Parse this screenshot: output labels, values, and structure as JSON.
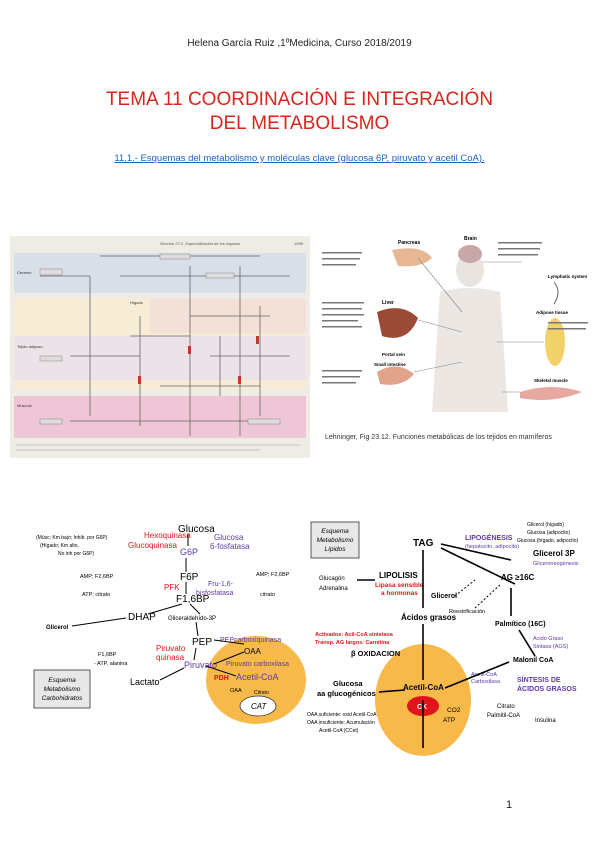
{
  "header": {
    "author_line": "Helena García Ruiz ,1ºMedicina, Curso 2018/2019"
  },
  "title": {
    "line1": "TEMA 11 COORDINACIÓN E INTEGRACIÓN",
    "line2": "DEL METABOLISMO"
  },
  "subtitle": "11.1.- Esquemas del metabolismo y moléculas clave (glucosa 6P, piruvato y acetil CoA).",
  "figure_top_left": {
    "header_text": "Sección 27.2. Especialización de los órganos",
    "page_no": "1099",
    "row_labels": [
      "Cerebro",
      "Hígado",
      "Tejido adiposo",
      "Músculo"
    ]
  },
  "figure_top_right": {
    "caption": "Lehninger, Fig 23.12. Funciones metabólicas de los tejidos en mamíferos",
    "organs": [
      "Pancreas",
      "Brain",
      "Lymphatic system",
      "Liver",
      "Adipose tissue",
      "Portal vein",
      "Small intestine",
      "Skeletal muscle"
    ]
  },
  "figure_carbohydrates": {
    "box_label": [
      "Esquema",
      "Metabolismo",
      "Carbohidratos"
    ],
    "nodes": {
      "glucosa": "Glucosa",
      "g6p": "G6P",
      "f6p": "F6P",
      "f16bp": "F1,6BP",
      "dhap": "DHAP",
      "g3p": "Gliceraldehído-3P",
      "pep": "PEP",
      "piruvato": "Piruvato",
      "lactato": "Lactato",
      "oaa": "OAA",
      "acetilcoa": "Acetil-CoA",
      "cat": "CAT",
      "glicerol": "Glicerol"
    },
    "enzymes": {
      "hexoquinasa": "Hexoquinasa",
      "glucoquinasa": "Glucoquinasa",
      "glucosa6fosfatasa": [
        "Glucosa",
        "6-fosfatasa"
      ],
      "pfk": "PFK",
      "fru16": [
        "Fru-1,6-",
        "bisfosfatasa"
      ],
      "pepck": "PEPcarboxiquinasa",
      "piruvato_quinasa": [
        "Piruvato",
        "quinasa"
      ],
      "piruvato_carboxilasa": "Piruvato carboxilasa",
      "pdh": "PDH"
    },
    "notes": {
      "hk": [
        "(Músc; Km bajo; Inhib. por G6P)",
        "(Hígado; Km alto,",
        "No inh por G6P)"
      ],
      "pfk_act": "AMP; F2,6BP",
      "pfk_inh": "ATP; citrato",
      "fbp_act": "AMP; F2,6BP",
      "fbp_inh": "citrato",
      "pk_act": "F1,6BP",
      "pk_inh": "- ATP, alanina",
      "oaa_acetil": "OAA",
      "citrato": "Citrato"
    }
  },
  "figure_lipids": {
    "box_label": [
      "Esquema",
      "Metabolismo",
      "Lípidos"
    ],
    "tag": "TAG",
    "lipogenesis": [
      "LIPOGÉNESIS",
      "(hepatocito, adipocito)"
    ],
    "glicerol_sources": [
      "Glicerol (hígado)",
      "Glucosa (adipocito)",
      "Glucosa (hígado, adipocito)"
    ],
    "glicerol3p": "Glicerol 3P",
    "gliceroneogenesis": "Gliceroneogénesis",
    "ag16c": "AG ≥16C",
    "glucagon": "Glucagón",
    "adrenalina": "Adrenalina",
    "lipolisis": "LIPOLISIS",
    "lipasa": [
      "Lipasa sensible",
      "a hormonas"
    ],
    "glicerol": "Glicerol",
    "reesterificacion": "Reestrificación",
    "acidos_grasos": "Ácidos grasos",
    "palmitico": "Palmítico (16C)",
    "activados": "Activados: Acil-CoA sintetasa",
    "transp": "Transp. AG largos: Carnitina",
    "beta_ox": "β OXIDACION",
    "ags": [
      "Acido Graso",
      "Sintasa (AGS)"
    ],
    "acetilcoa": "Acetil-CoA",
    "carboxilasa": [
      "Acetil-CoA",
      "Carboxilasa"
    ],
    "malonil": "Malonil CoA",
    "sintesis": [
      "SÍNTESIS DE",
      "ÁCIDOS GRASOS"
    ],
    "glucosa_aa": [
      "Glucosa",
      "aa glucogénicos"
    ],
    "ck": "CK",
    "co2": "CO2",
    "atp": "ATP",
    "citrato": "Citrato",
    "palmitil": "Palmitil-CoA",
    "insulina": "Insulina",
    "oaa_notes": [
      "OAA suficiente: oxid Acetil-CoA",
      "OAA insuficiente: Acumulación",
      "Acetil-CoA (CCet)"
    ]
  },
  "page_number": "1",
  "colors": {
    "title_red": "#d8261e",
    "link_blue": "#1f5fbf",
    "enzyme_red": "#e0141b",
    "enzyme_purple": "#5b3aa6",
    "mito_orange": "#f6b94a"
  }
}
